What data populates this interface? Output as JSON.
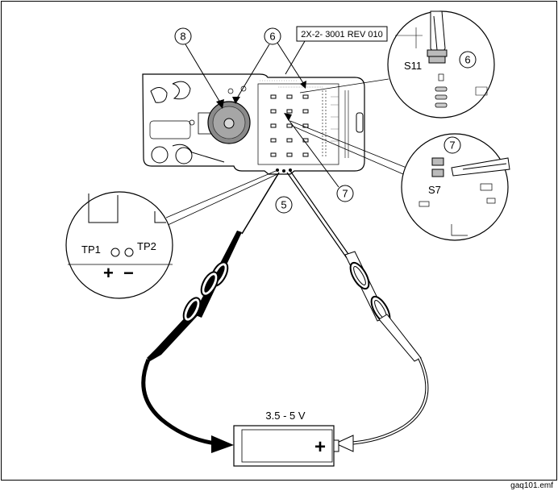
{
  "callouts": {
    "c8": "8",
    "c6_main": "6",
    "c6_zoom": "6",
    "c7_main": "7",
    "c7_zoom": "7",
    "c5": "5"
  },
  "labels": {
    "rev_box": "2X-2- 3001 REV 010",
    "s11": "S11",
    "s7": "S7",
    "tp1": "TP1",
    "tp2": "TP2",
    "plus_sign": "+",
    "minus_sign": "−",
    "battery_voltage": "3.5 - 5 V",
    "battery_plus": "+"
  },
  "footer": {
    "filename": "gaq101.emf"
  }
}
